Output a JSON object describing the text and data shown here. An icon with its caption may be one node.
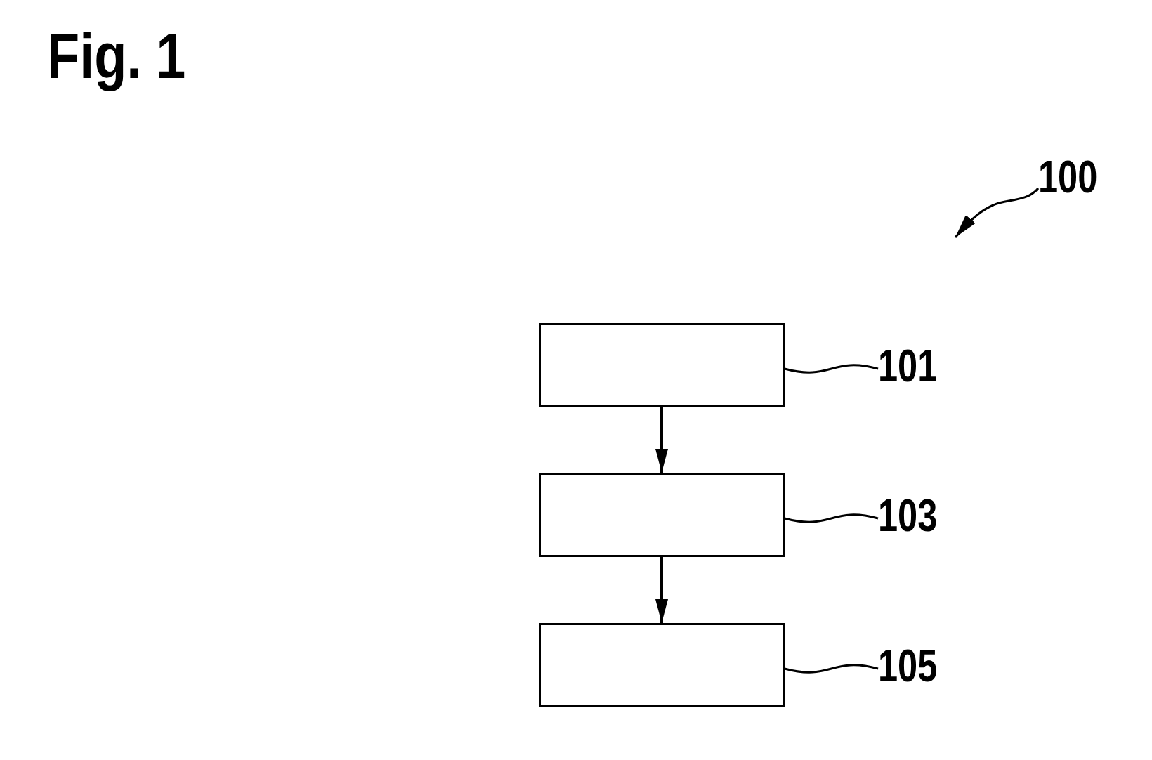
{
  "diagram": {
    "title": "Fig. 1",
    "nodes": [
      {
        "text": [
          "100"
        ]
      },
      {
        "text": [],
        "shape": "box"
      },
      {
        "text": [
          "101"
        ]
      },
      {
        "text": [],
        "shape": "box"
      },
      {
        "text": [
          "103"
        ]
      },
      {
        "text": [],
        "shape": "box"
      },
      {
        "text": [
          "105"
        ]
      }
    ],
    "edges": [
      {
        "from": 0,
        "to": null,
        "arrow": "to"
      },
      {
        "from": 2,
        "to": 1,
        "arrow": "none"
      },
      {
        "from": 4,
        "to": 3,
        "arrow": "none"
      },
      {
        "from": 6,
        "to": 5,
        "arrow": "none"
      },
      {
        "from": 1,
        "to": 3,
        "arrow": "to"
      },
      {
        "from": 3,
        "to": 5,
        "arrow": "to"
      }
    ]
  }
}
